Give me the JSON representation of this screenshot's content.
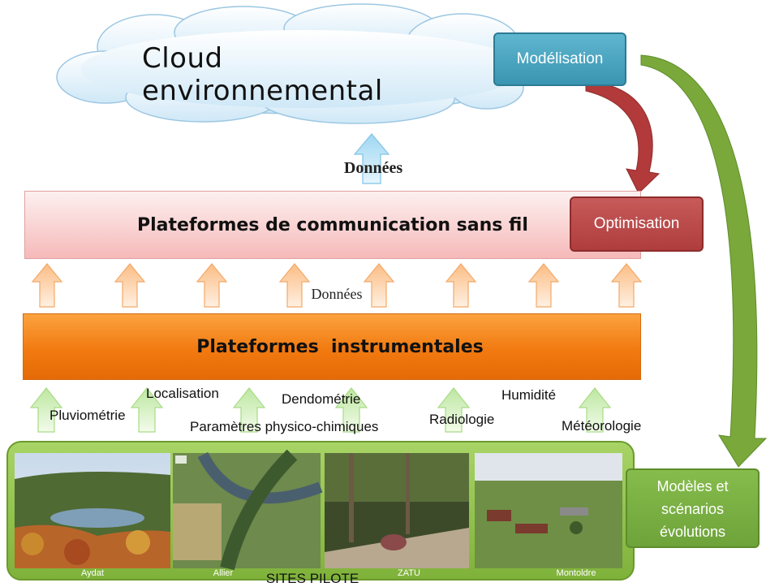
{
  "cloud": {
    "title": "Cloud environnemental"
  },
  "buttons": {
    "modelisation": "Modélisation",
    "optimisation": "Optimisation",
    "scenarios": [
      "Modèles et",
      "scénarios",
      "évolutions"
    ]
  },
  "flow": {
    "donnees_top": "Données",
    "donnees_mid": "Données"
  },
  "layers": {
    "communication": "Plateformes de communication sans fil",
    "instrumentales": "Plateformes  instrumentales"
  },
  "parameters": {
    "pluviometrie": "Pluviométrie",
    "localisation": "Localisation",
    "parametres": "Paramètres physico-chimiques",
    "dendrometrie": "Dendométrie",
    "radiologie": "Radiologie",
    "humidite": "Humidité",
    "meteorologie": "Météorologie"
  },
  "sites": {
    "title": "SITES PILOTE",
    "labels": [
      "Aydat",
      "Allier",
      "ZATU",
      "Montoldre"
    ]
  },
  "colors": {
    "modelisation": "#4aa3c0",
    "optimisation": "#bf4b4b",
    "scenarios": "#7aae43",
    "communication_bar": "#f8c4c4",
    "instrumental_bar": "#f27a10",
    "sites_panel": "#92c44f",
    "red_arrow": "#b23a3a",
    "green_arrow": "#7aa83a"
  }
}
